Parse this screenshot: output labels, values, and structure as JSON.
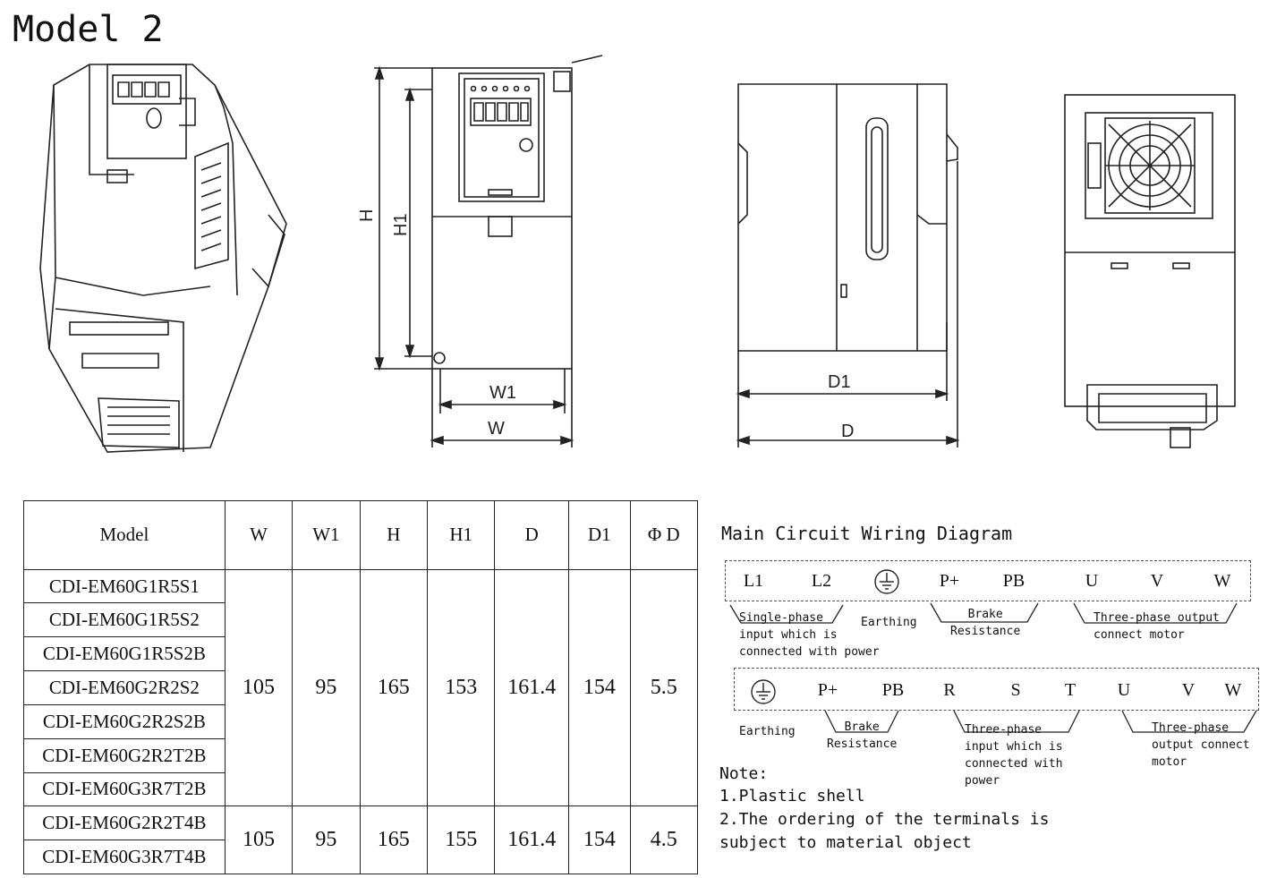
{
  "page_title": "Model 2",
  "drawing_labels": {
    "H": "H",
    "H1": "H1",
    "W1": "W1",
    "W": "W",
    "D1": "D1",
    "D": "D"
  },
  "table": {
    "headers": [
      "Model",
      "W",
      "W1",
      "H",
      "H1",
      "D",
      "D1",
      "Φ D"
    ],
    "groups": [
      {
        "models": [
          "CDI-EM60G1R5S1",
          "CDI-EM60G1R5S2",
          "CDI-EM60G1R5S2B",
          "CDI-EM60G2R2S2",
          "CDI-EM60G2R2S2B",
          "CDI-EM60G2R2T2B",
          "CDI-EM60G3R7T2B"
        ],
        "values": [
          "105",
          "95",
          "165",
          "153",
          "161.4",
          "154",
          "5.5"
        ]
      },
      {
        "models": [
          "CDI-EM60G2R2T4B",
          "CDI-EM60G3R7T4B"
        ],
        "values": [
          "105",
          "95",
          "165",
          "155",
          "161.4",
          "154",
          "4.5"
        ]
      }
    ]
  },
  "wiring": {
    "title": "Main Circuit Wiring Diagram",
    "row1": {
      "terminals": [
        "L1",
        "L2",
        "",
        "P+",
        "PB",
        "U",
        "V",
        "W"
      ],
      "captions": [
        "Single-phase\ninput which is\nconnected with power",
        "Earthing",
        "Brake\nResistance",
        "Three-phase output\nconnect motor"
      ]
    },
    "row2": {
      "terminals": [
        "",
        "P+",
        "PB",
        "R",
        "S",
        "T",
        "U",
        "V",
        "W"
      ],
      "captions": [
        "Earthing",
        "Brake\nResistance",
        "Three-phase\ninput which is\nconnected with\npower",
        "Three-phase\noutput connect\nmotor"
      ]
    }
  },
  "notes": [
    "Note:",
    "1.Plastic shell",
    "2.The ordering of the terminals is",
    "subject to material object"
  ]
}
